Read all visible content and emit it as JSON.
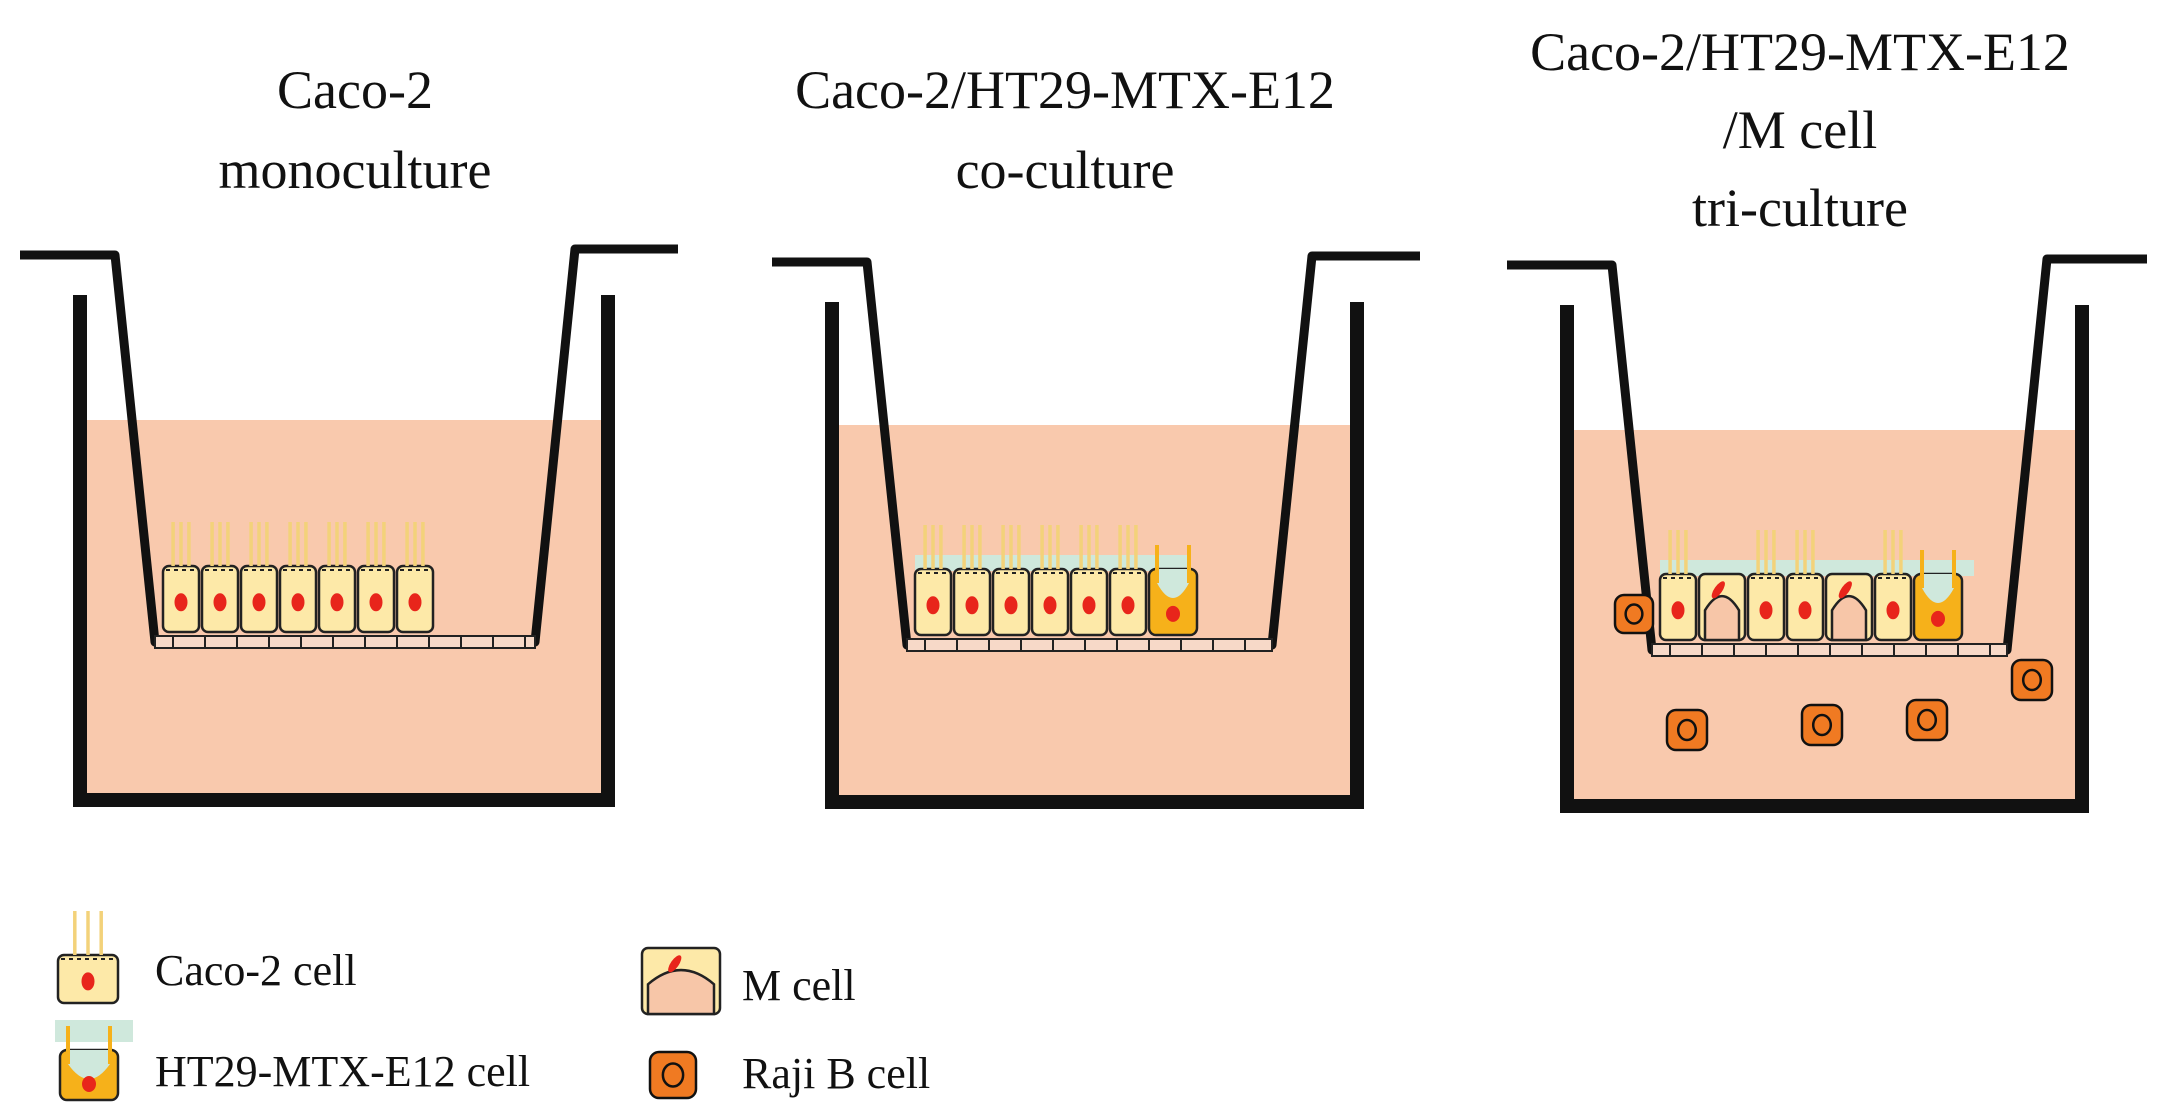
{
  "panels": [
    {
      "id": "mono",
      "title_lines": [
        "Caco-2",
        "monoculture"
      ]
    },
    {
      "id": "co",
      "title_lines": [
        "Caco-2/HT29-MTX-E12",
        "co-culture"
      ]
    },
    {
      "id": "tri",
      "title_lines": [
        "Caco-2/HT29-MTX-E12",
        "/M cell",
        "tri-culture"
      ]
    }
  ],
  "legend": {
    "caco2": "Caco-2  cell",
    "ht29": "HT29-MTX-E12  cell",
    "mcell": "M cell",
    "raji": "Raji B cell"
  },
  "colors": {
    "medium": "#f9c9ad",
    "caco2_fill": "#fde9a8",
    "ht29_fill": "#f6b11a",
    "mucus": "#cfe8dc",
    "mcell_inner": "#f7c6a8",
    "raji_fill": "#f07a22",
    "raji_stroke": "#111111",
    "nucleus": "#e8251b",
    "well": "#111111",
    "microvilli": "#f3d27a"
  }
}
